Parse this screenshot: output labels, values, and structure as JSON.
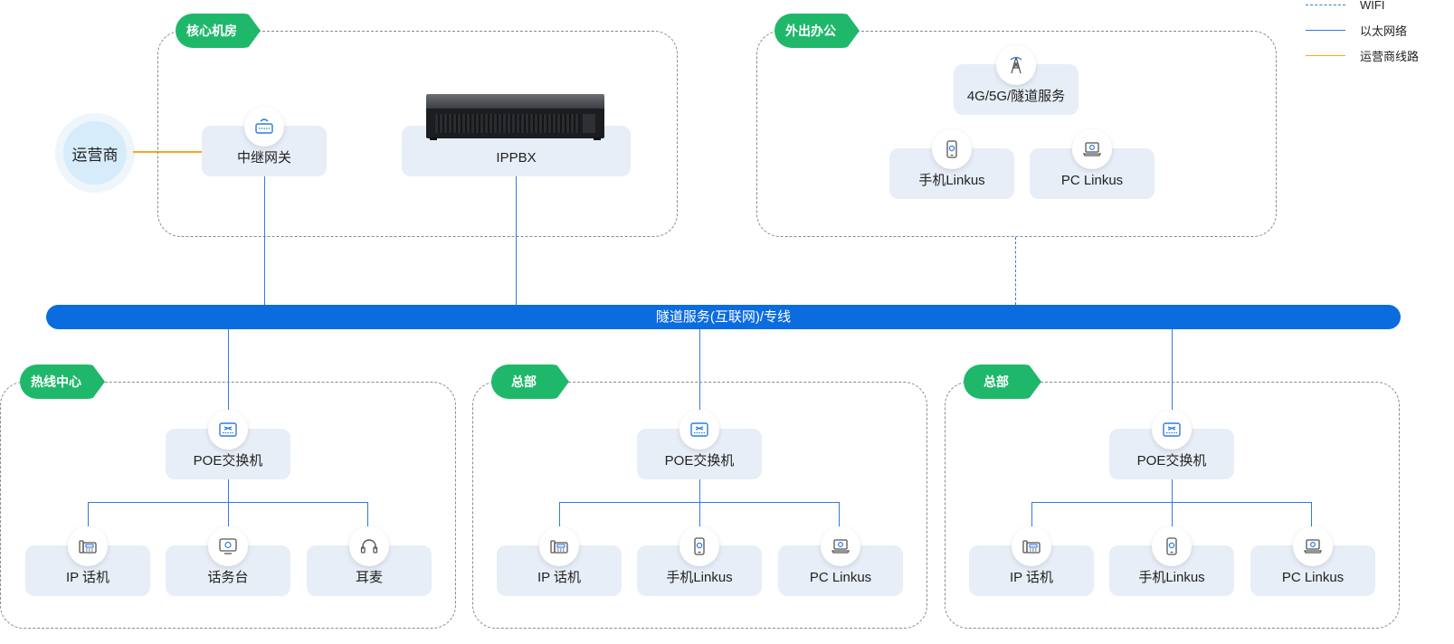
{
  "legend": [
    {
      "label": "WIFI",
      "style": "dashed",
      "color": "#2f7be0"
    },
    {
      "label": "以太网络",
      "style": "solid",
      "color": "#2f7be0"
    },
    {
      "label": "运营商线路",
      "style": "solid",
      "color": "#f5a623"
    }
  ],
  "colors": {
    "zone_tag": "#1fb86a",
    "bus": "#0b6ce0",
    "ethernet": "#2f7be0",
    "carrier_line": "#f5a623",
    "node_bg": "#e8eef7"
  },
  "carrier": {
    "label": "运营商"
  },
  "bus": {
    "label": "隧道服务(互联网)/专线"
  },
  "zones": {
    "core": {
      "tag": "核心机房",
      "nodes": [
        {
          "label": "中继网关",
          "icon": "gateway-icon"
        },
        {
          "label": "IPPBX",
          "icon": "server-rack-image"
        }
      ]
    },
    "remote": {
      "tag": "外出办公",
      "nodes": [
        {
          "label": "4G/5G/隧道服务",
          "icon": "tower-icon"
        },
        {
          "label": "手机Linkus",
          "icon": "mobile-icon"
        },
        {
          "label": "PC Linkus",
          "icon": "laptop-icon"
        }
      ]
    },
    "hotline": {
      "tag": "热线中心",
      "switch": {
        "label": "POE交换机",
        "icon": "switch-icon"
      },
      "nodes": [
        {
          "label": "IP 话机",
          "icon": "ip-phone-icon"
        },
        {
          "label": "话务台",
          "icon": "console-icon"
        },
        {
          "label": "耳麦",
          "icon": "headset-icon"
        }
      ]
    },
    "hq1": {
      "tag": "总部",
      "switch": {
        "label": "POE交换机",
        "icon": "switch-icon"
      },
      "nodes": [
        {
          "label": "IP 话机",
          "icon": "ip-phone-icon"
        },
        {
          "label": "手机Linkus",
          "icon": "mobile-icon"
        },
        {
          "label": "PC Linkus",
          "icon": "laptop-icon"
        }
      ]
    },
    "hq2": {
      "tag": "总部",
      "switch": {
        "label": "POE交换机",
        "icon": "switch-icon"
      },
      "nodes": [
        {
          "label": "IP 话机",
          "icon": "ip-phone-icon"
        },
        {
          "label": "手机Linkus",
          "icon": "mobile-icon"
        },
        {
          "label": "PC Linkus",
          "icon": "laptop-icon"
        }
      ]
    }
  }
}
